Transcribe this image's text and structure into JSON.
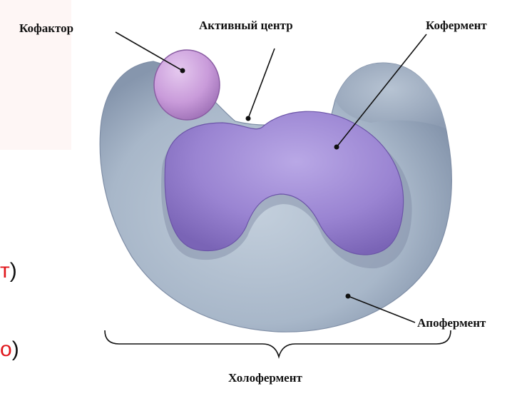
{
  "colors": {
    "apoenzyme": "#a6b6c9",
    "coenzyme": "#9d87d4",
    "cofactor": "#c79ad9",
    "accent_red": "#e0161b",
    "left_margin_tint": "#fbe4e2"
  },
  "labels": {
    "cofactor": "Кофактор",
    "active_site": "Активный центр",
    "coenzyme": "Кофермент",
    "apoenzyme": "Апофермент",
    "holoenzyme": "Холофермент"
  },
  "left_fragments": [
    {
      "red": "т",
      "black": ")"
    },
    {
      "red": "о",
      "black": ")"
    }
  ]
}
